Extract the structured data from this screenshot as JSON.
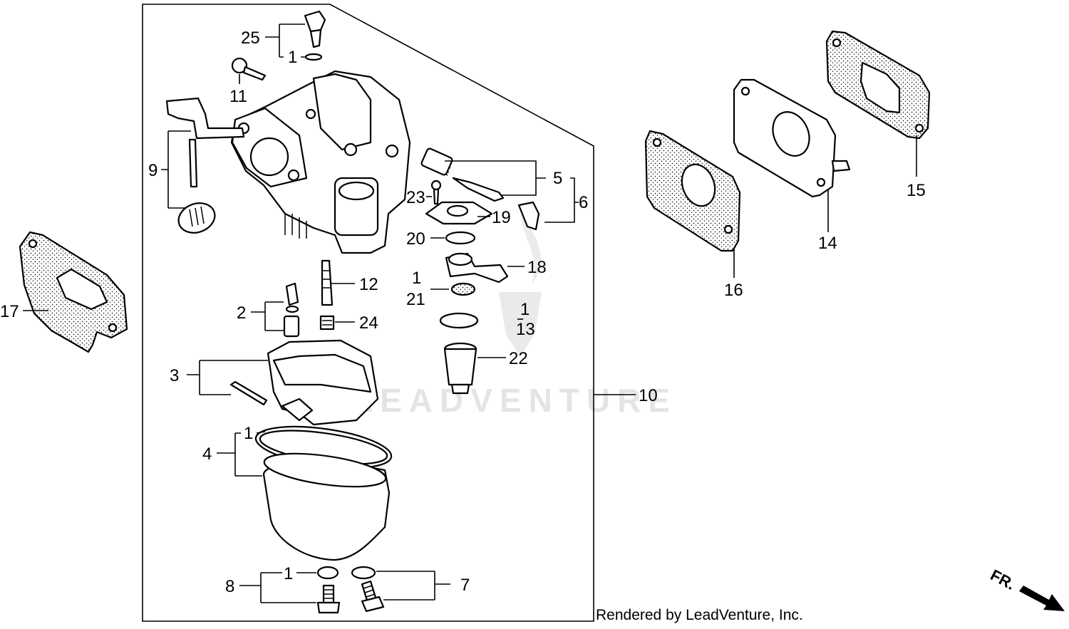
{
  "callouts": {
    "c1": "1",
    "c2": "2",
    "c3": "3",
    "c4": "4",
    "c5": "5",
    "c6": "6",
    "c7": "7",
    "c8": "8",
    "c9": "9",
    "c10": "10",
    "c11": "11",
    "c12": "12",
    "c13": "13",
    "c14": "14",
    "c15": "15",
    "c16": "16",
    "c17": "17",
    "c18": "18",
    "c19": "19",
    "c20": "20",
    "c21": "21",
    "c22": "22",
    "c23": "23",
    "c24": "24",
    "c25": "25"
  },
  "watermark": "LEADVENTURE",
  "credit": "Rendered by LeadVenture, Inc.",
  "direction_label": "FR."
}
